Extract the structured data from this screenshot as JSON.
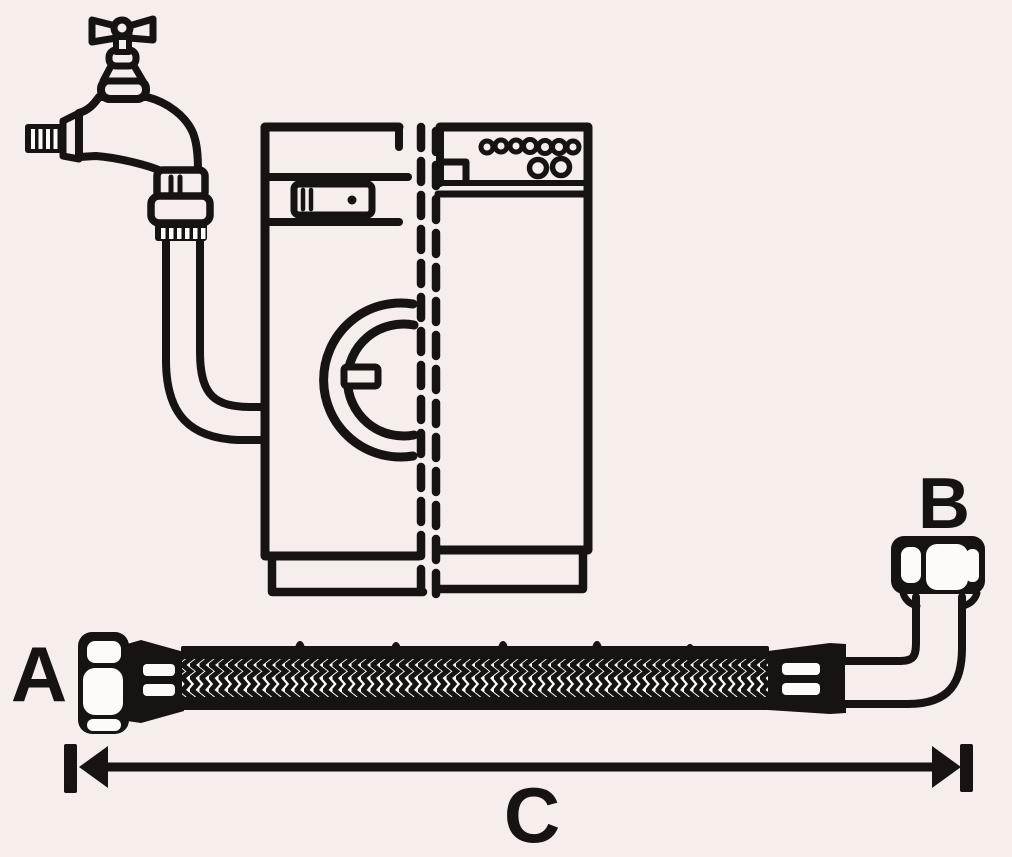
{
  "diagram": {
    "kind": "washing-machine inlet hose installation line drawing",
    "labels": {
      "connector_a": "A",
      "connector_b": "B",
      "hose_length": "C"
    },
    "components": [
      "water-tap-icon",
      "curved-inlet-hose",
      "washing-machine-front-half",
      "appliance-control-panel-half",
      "braided-supply-hose",
      "straight-nut-connector-a",
      "elbow-nut-connector-b",
      "length-dimension-arrow"
    ]
  },
  "colors": {
    "background": "#f6eeea",
    "ink": "#171310",
    "braid_background": "#fdfaf7"
  }
}
